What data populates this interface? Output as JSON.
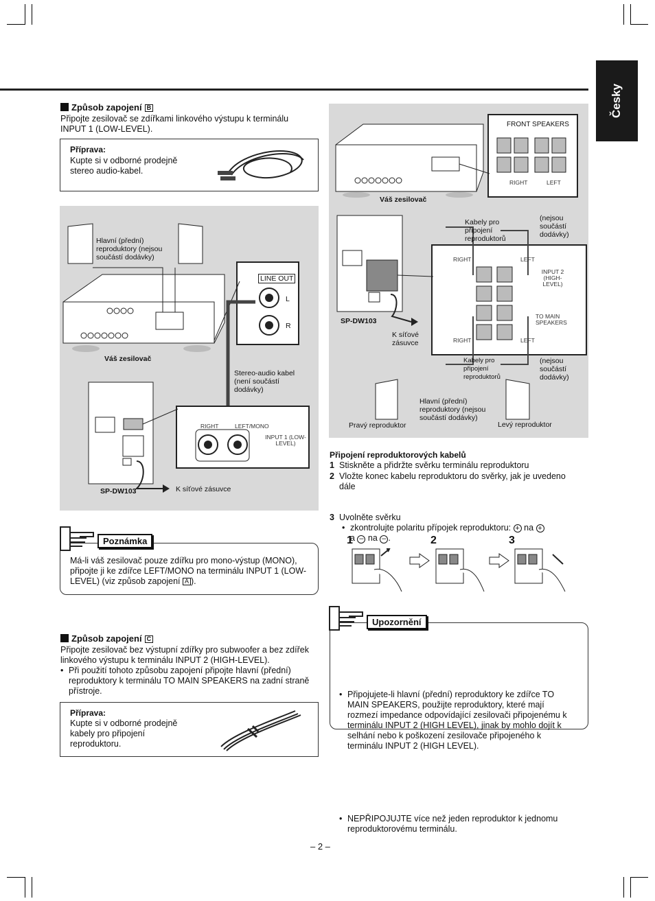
{
  "side_tab": "Česky",
  "page_number": "– 2 –",
  "method_b": {
    "title": "Způsob zapojení",
    "letter": "B",
    "intro": "Připojte zesilovač se zdířkami linkového výstupu k terminálu INPUT 1 (LOW-LEVEL).",
    "prep_title": "Příprava:",
    "prep_text": "Kupte si v odborné prodejně stereo audio-kabel."
  },
  "diagram_b": {
    "main_speakers": "Hlavní (přední) reproduktory (nejsou součástí dodávky)",
    "line_out": "LINE OUT",
    "l": "L",
    "r": "R",
    "your_amp": "Váš zesilovač",
    "cable": "Stereo-audio kabel (není součástí dodávky)",
    "right": "RIGHT",
    "left_mono": "LEFT/MONO",
    "input1": "INPUT 1 (LOW-LEVEL)",
    "model": "SP-DW103",
    "outlet": "K síťové zásuvce"
  },
  "note": {
    "title": "Poznámka",
    "text_before": "Má-li váš zesilovač pouze zdířku pro mono-výstup (MONO), připojte ji ke zdířce LEFT/MONO na terminálu INPUT 1 (LOW-LEVEL) (viz způsob zapojení",
    "letter": "A",
    "text_after": ")."
  },
  "method_c": {
    "title": "Způsob zapojení",
    "letter": "C",
    "intro": "Připojte zesilovač bez výstupní zdířky pro subwoofer a bez zdířek linkového výstupu k terminálu INPUT 2 (HIGH-LEVEL).",
    "bullet": "Při použití tohoto způsobu zapojení připojte hlavní (přední) reproduktory k terminálu TO MAIN SPEAKERS na zadní straně přístroje.",
    "prep_title": "Příprava:",
    "prep_text": "Kupte si v odborné prodejně kabely pro připojení reproduktoru."
  },
  "diagram_c": {
    "front_speakers": "FRONT SPEAKERS",
    "right": "RIGHT",
    "left": "LEFT",
    "your_amp": "Váš zesilovač",
    "cables1": "Kabely pro připojení reproduktorů",
    "not_supplied1": "(nejsou součástí dodávky)",
    "input2": "INPUT 2 (HIGH-LEVEL)",
    "to_main": "TO MAIN SPEAKERS",
    "model": "SP-DW103",
    "outlet": "K síťové zásuvce",
    "cables2": "Kabely pro připojení reproduktorů",
    "not_supplied2": "(nejsou součástí dodávky)",
    "main_speakers": "Hlavní (přední) reproduktory (nejsou součástí dodávky)",
    "right_speaker": "Pravý reproduktor",
    "left_speaker": "Levý reproduktor"
  },
  "connect": {
    "title": "Připojení reproduktorových kabelů",
    "step1": "Stiskněte a přidržte svěrku terminálu reproduktoru",
    "step2": "Vložte konec kabelu reproduktoru do svěrky, jak je uvedeno dále",
    "bullet_a": "zkontrolujte polaritu přípojek reproduktoru:",
    "na": "na",
    "step3": "Uvolněte svěrku",
    "n1": "1",
    "n2": "2",
    "n3": "3"
  },
  "caution": {
    "title": "Upozornění",
    "b1": "Připojujete-li hlavní (přední) reproduktory ke zdířce TO MAIN SPEAKERS, použijte reproduktory, které mají rozmezí impedance odpovídající zesilovači připojenému k terminálu INPUT 2 (HIGH LEVEL), jinak by mohlo dojít k selhání nebo k poškození zesilovače připojeného k terminálu INPUT 2 (HIGH LEVEL).",
    "b2": "NEPŘIPOJUJTE více než jeden reproduktor k jednomu reproduktorovému terminálu."
  }
}
